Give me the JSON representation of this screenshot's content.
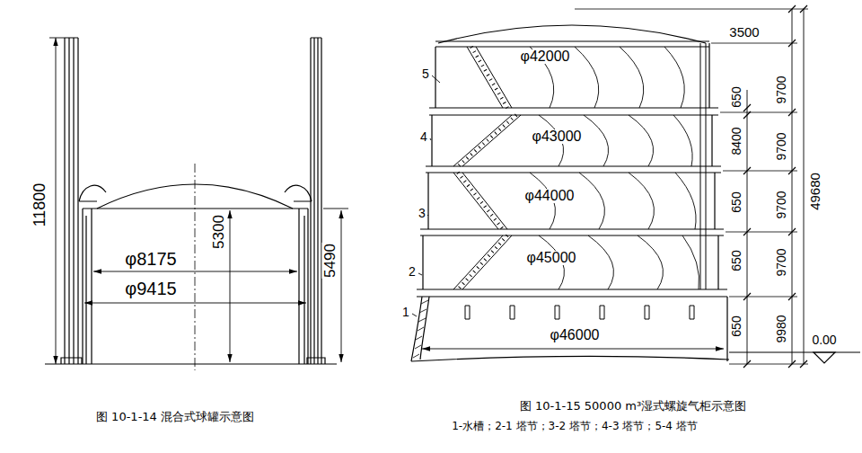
{
  "diagram": {
    "labels": [
      "11800",
      "5300",
      "5490",
      "φ8175",
      "φ9415",
      "图 10-1-14  混合式球罐示意图",
      "5",
      "4",
      "3",
      "2",
      "1",
      "φ42000",
      "φ43000",
      "φ44000",
      "φ45000",
      "φ46000",
      "3500",
      "650",
      "9700",
      "8400",
      "9700",
      "650",
      "9700",
      "650",
      "9700",
      "650",
      "9980",
      "49680",
      "0.00",
      "图 10-1-15  50000 m³湿式螺旋气柜示意图",
      "1-水槽；2-1 塔节；3-2 塔节；4-3 塔节；5-4 塔节"
    ]
  }
}
